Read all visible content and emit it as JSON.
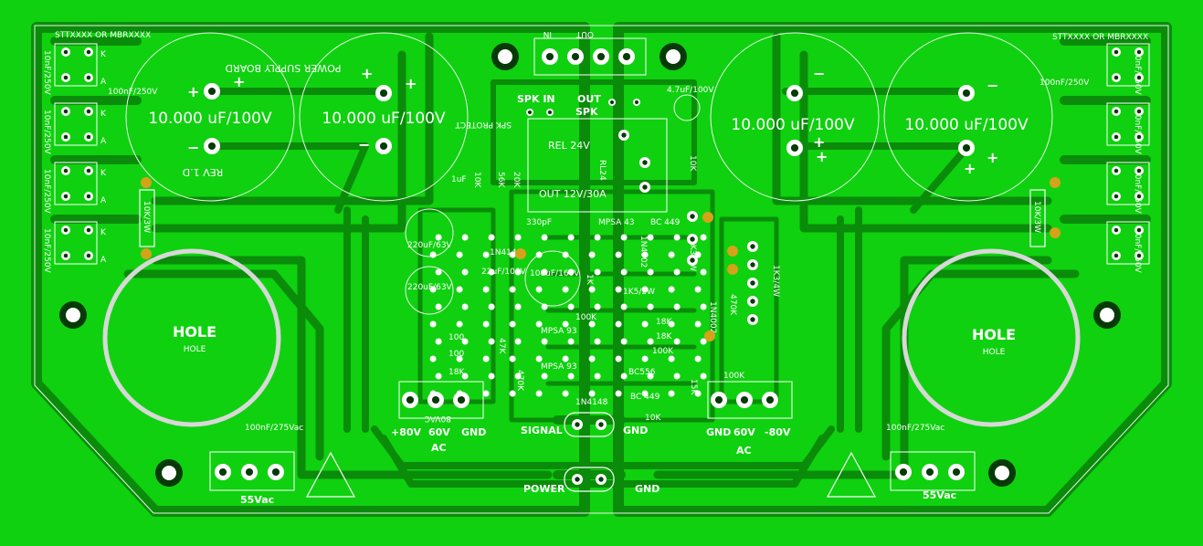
{
  "board": {
    "colors": {
      "substrate": "#0fd10f",
      "copper": "#0a8c0a",
      "silkscreen": "#ffffff",
      "hole_ring": "#d8d8d8",
      "pad_gold": "#d6a21a"
    },
    "transistor_note_left": "STTXXXX OR MBRXXXX",
    "transistor_note_right": "STTXXXX OR MBRXXXX",
    "board_title": "POWER SUPPLY BOARD",
    "revision": "REV 1.D",
    "capacitor_value": "10.000 uF/100V",
    "plus": "+",
    "minus": "−",
    "diode_cap": "10nF/250V",
    "decoupling_cap": "100nF/250V",
    "k": "K",
    "a": "A",
    "bleeder_resistor": "10K/3W",
    "hole_label": "HOLE",
    "hole_sublabel": "HOLE",
    "ac_cap": "100nF/275Vac",
    "ac_voltage": "55Vac",
    "header_in": "IN",
    "header_out": "OUT",
    "protect_text": "SPK PROTECT",
    "spk_in": "SPK IN",
    "out_spk_1": "OUT",
    "out_spk_2": "SPK",
    "relay_coil": "REL 24V",
    "relay_contacts": "OUT 12V/30A",
    "relay_type": "RL24",
    "cap_47uf": "4.7uF/100V",
    "cap_1uf": "1uF",
    "cap_330pf": "330pF",
    "cap_220uf": "220uF/63V",
    "cap_22uf": "22uF/100V",
    "cap_100uf": "100uF/160V",
    "diode_1n4148": "1N4148",
    "diode_1n4002": "1N4002",
    "trans_mpsa43": "MPSA 43",
    "trans_bc449": "BC 449",
    "trans_bc556": "BC556",
    "trans_mpsa93": "MPSA 93",
    "res_10k": "10K",
    "res_56k": "56K",
    "res_20k": "20K",
    "res_1k": "1K",
    "res_1k5": "1K5/2W",
    "res_100k": "100K",
    "res_100": "100",
    "res_18k": "18K",
    "res_47k": "47K",
    "res_470k": "470K",
    "res_15k": "15K",
    "res_3k32w": "3K3/2W",
    "res_470": "470K",
    "res_1k3": "1K3/4W",
    "term_80v": "+80V",
    "term_60v": "60V",
    "term_gnd": "GND",
    "term_ac": "AC",
    "term_gnd_r": "GND",
    "term_60v_r": "60V",
    "term_80v_r": "-80V",
    "signal": "SIGNAL",
    "gnd": "GND",
    "power": "POWER",
    "fuse": "80VAC"
  }
}
